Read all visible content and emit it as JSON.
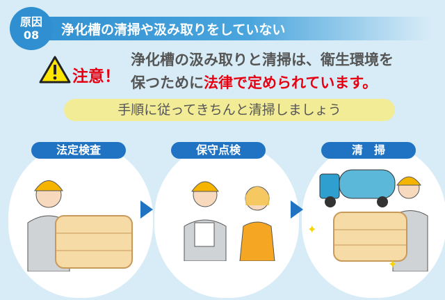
{
  "header": {
    "badge_line1": "原因",
    "badge_line2": "08",
    "title": "浄化槽の清掃や汲み取りをしていない"
  },
  "warning": {
    "caution": "注意！",
    "line1": "浄化槽の汲み取りと清掃は、衛生環境を",
    "line2_normal": "保つために",
    "line2_red": "法律で定められています。"
  },
  "callout": "手順に従ってきちんと清掃しましょう",
  "steps": [
    {
      "label": "法定検査"
    },
    {
      "label": "保守点検"
    },
    {
      "label": "清　掃"
    }
  ],
  "colors": {
    "accent": "#1f73c2",
    "red": "#e60012",
    "yellow": "#f3ec97"
  }
}
